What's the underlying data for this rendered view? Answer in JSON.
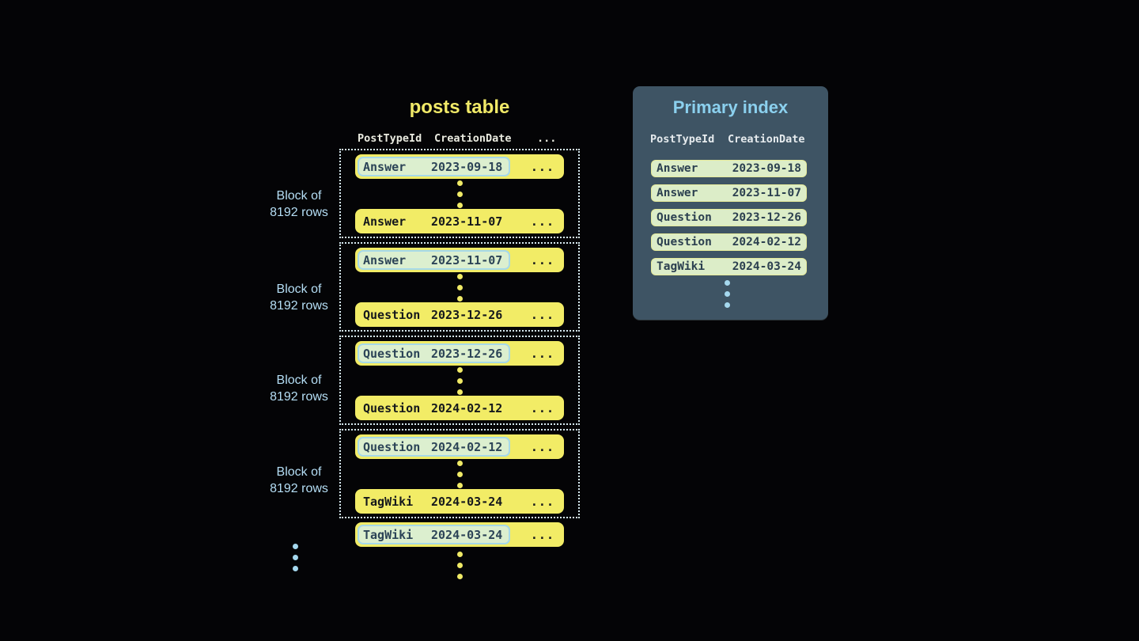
{
  "posts_table": {
    "title": "posts table",
    "headers": [
      "PostTypeId",
      "CreationDate",
      "..."
    ],
    "block_label": {
      "line1": "Block of",
      "line2": "8192 rows"
    },
    "blocks": [
      {
        "first_row": {
          "post_type": "Answer",
          "creation_date": "2023-09-18",
          "more": "..."
        },
        "last_row": {
          "post_type": "Answer",
          "creation_date": "2023-11-07",
          "more": "..."
        }
      },
      {
        "first_row": {
          "post_type": "Answer",
          "creation_date": "2023-11-07",
          "more": "..."
        },
        "last_row": {
          "post_type": "Question",
          "creation_date": "2023-12-26",
          "more": "..."
        }
      },
      {
        "first_row": {
          "post_type": "Question",
          "creation_date": "2023-12-26",
          "more": "..."
        },
        "last_row": {
          "post_type": "Question",
          "creation_date": "2024-02-12",
          "more": "..."
        }
      },
      {
        "first_row": {
          "post_type": "Question",
          "creation_date": "2024-02-12",
          "more": "..."
        },
        "last_row": {
          "post_type": "TagWiki",
          "creation_date": "2024-03-24",
          "more": "..."
        }
      }
    ],
    "overflow_row": {
      "post_type": "TagWiki",
      "creation_date": "2024-03-24",
      "more": "..."
    }
  },
  "primary_index": {
    "title": "Primary index",
    "headers": [
      "PostTypeId",
      "CreationDate"
    ],
    "rows": [
      {
        "post_type": "Answer",
        "creation_date": "2023-09-18"
      },
      {
        "post_type": "Answer",
        "creation_date": "2023-11-07"
      },
      {
        "post_type": "Question",
        "creation_date": "2023-12-26"
      },
      {
        "post_type": "Question",
        "creation_date": "2024-02-12"
      },
      {
        "post_type": "TagWiki",
        "creation_date": "2024-03-24"
      }
    ]
  },
  "colors": {
    "background": "#040406",
    "row_yellow": "#f2ec66",
    "title_yellow": "#f1ea68",
    "highlight_green": "#dcefcf",
    "highlight_border_blue": "#a6d9e9",
    "index_row_green": "#dcedc8",
    "index_row_border_yellow": "#e6eb9b",
    "panel_bg_slate": "#3e5464",
    "panel_title_blue": "#8bd0ee",
    "label_blue": "#b5def5",
    "dot_blue": "#a5d8ee",
    "dark_text": "#15181c",
    "slate_text": "#2c4457"
  }
}
